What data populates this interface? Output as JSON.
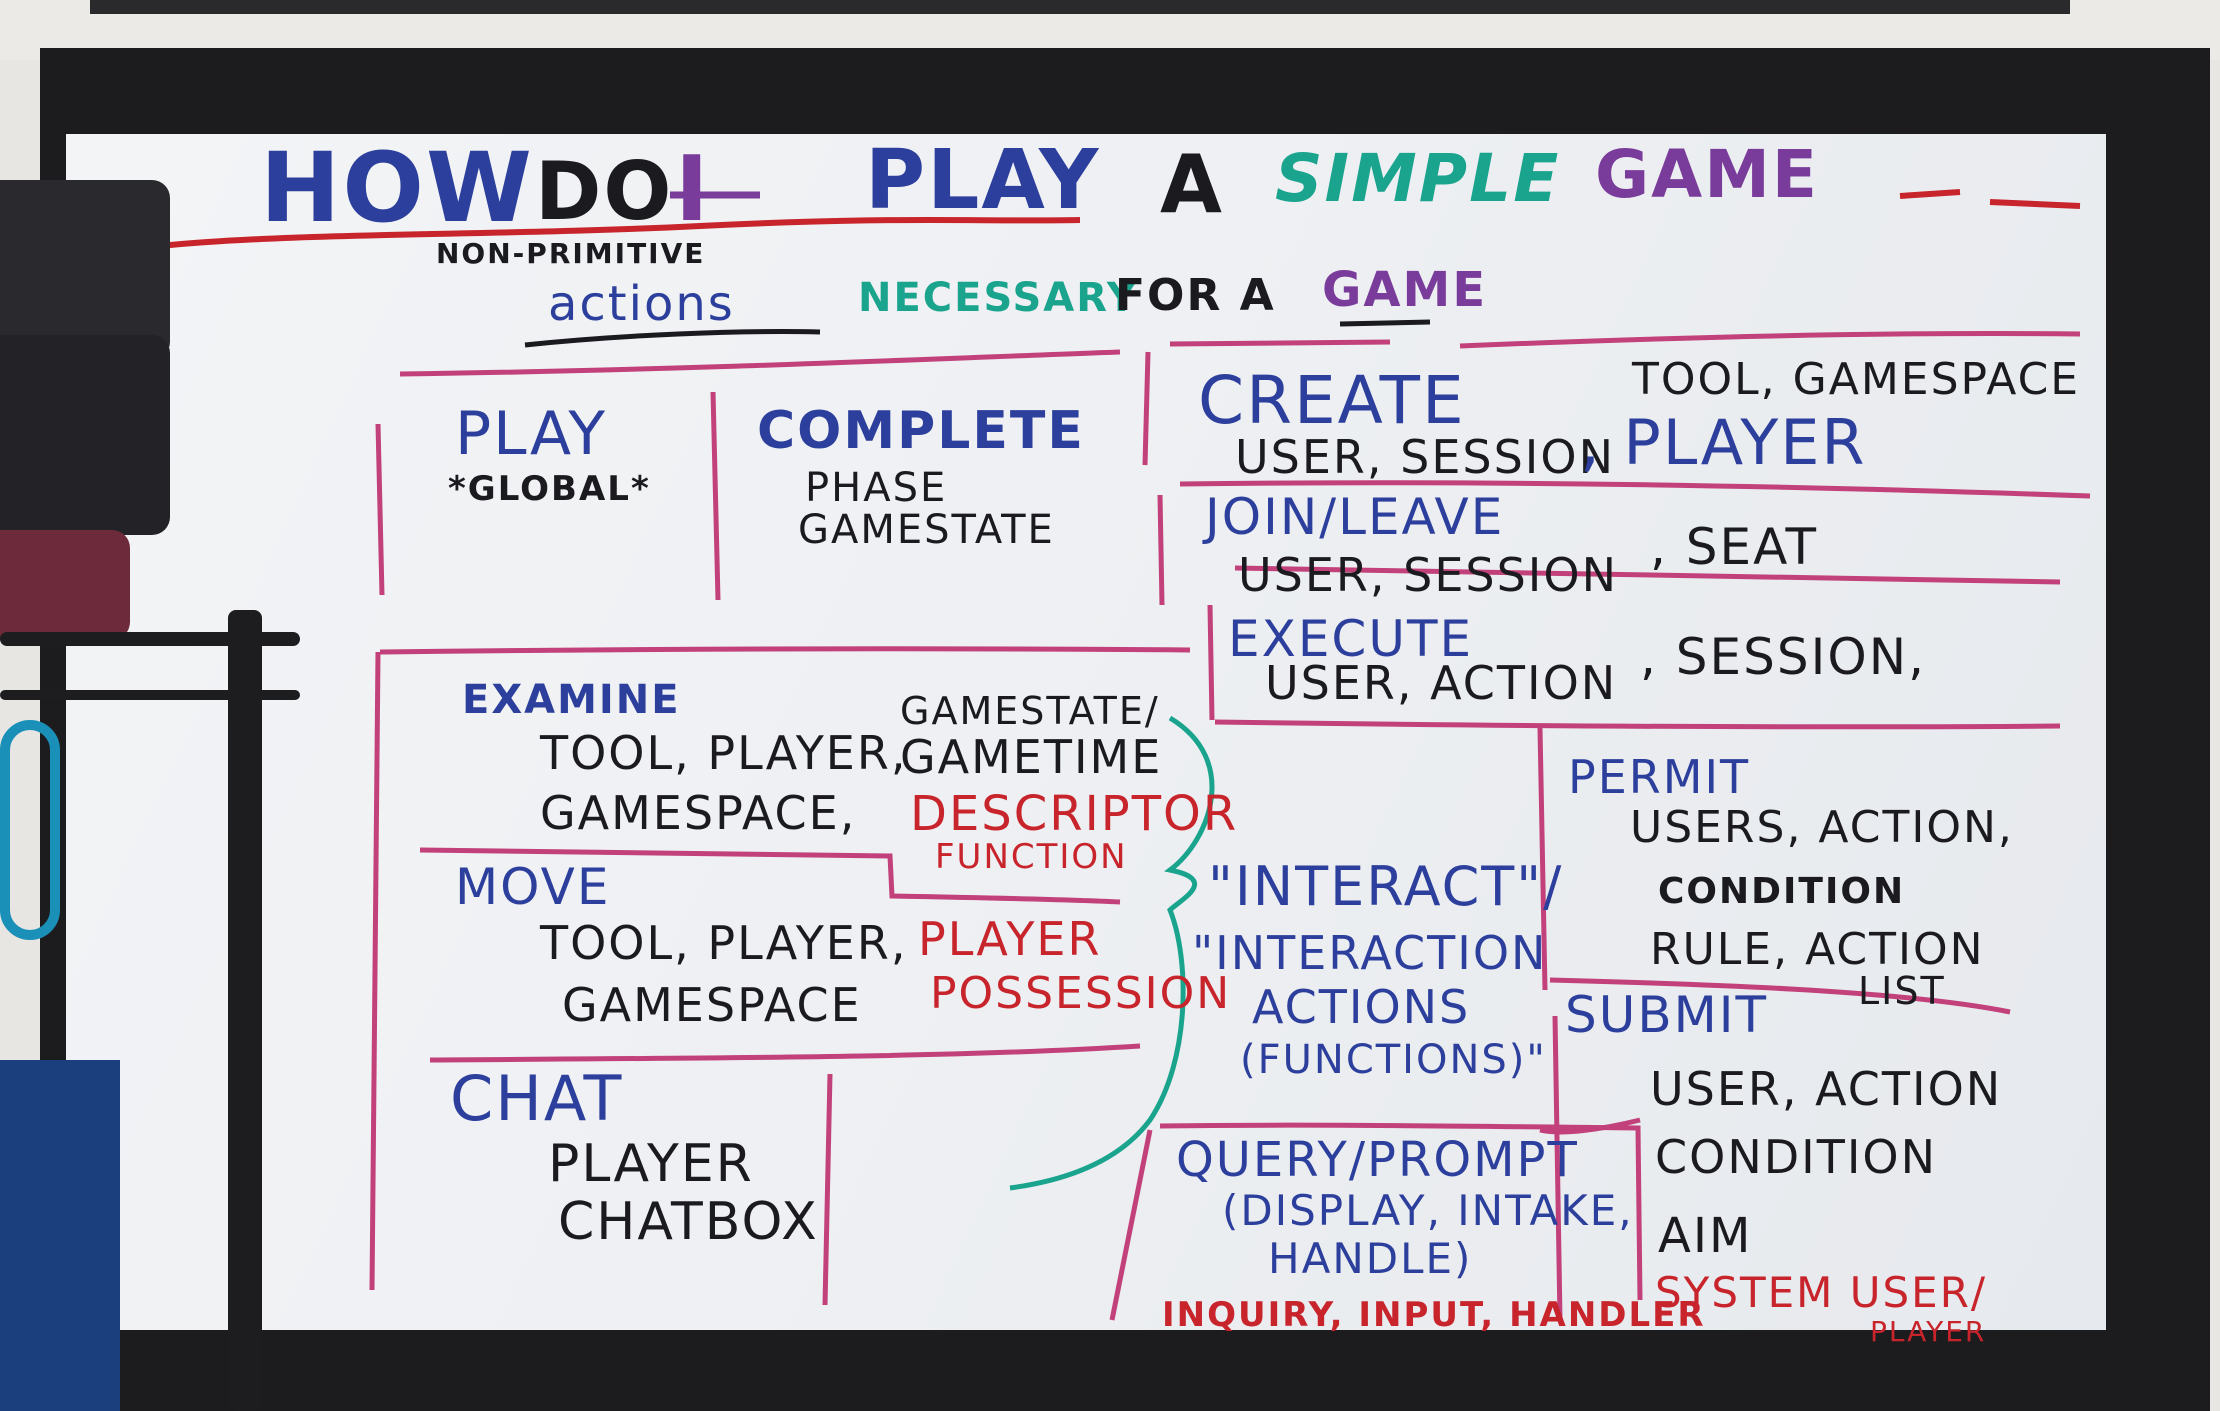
{
  "whiteboard": {
    "title": {
      "how": "HOW",
      "do": "DO",
      "i": "I",
      "play": "PLAY",
      "a": "A",
      "simple": "SIMPLE",
      "game": "GAME"
    },
    "subtitle": {
      "non_primitive": "NON-PRIMITIVE",
      "actions": "actions",
      "necessary": "NECESSARY",
      "for_a": "FOR A",
      "game": "GAME"
    },
    "play": {
      "label": "PLAY",
      "detail": "*GLOBAL*"
    },
    "complete": {
      "label": "COMPLETE",
      "line1": "PHASE",
      "line2": "GAMESTATE"
    },
    "create": {
      "label": "CREATE",
      "params_right": "TOOL, GAMESPACE",
      "params": "USER, SESSION",
      "extra": ", PLAYER"
    },
    "join_leave": {
      "label": "JOIN/LEAVE",
      "params": "USER, SESSION",
      "extra": ", SEAT"
    },
    "execute": {
      "label": "EXECUTE",
      "params": "USER, ACTION",
      "extra": ", SESSION,"
    },
    "examine": {
      "label": "EXAMINE",
      "line1": "TOOL, PLAYER,",
      "line2": "GAMESPACE,",
      "right1": "GAMESTATE/",
      "right2": "GAMETIME",
      "red1": "DESCRIPTOR",
      "red2": "FUNCTION"
    },
    "move": {
      "label": "MOVE",
      "line1": "TOOL, PLAYER,",
      "line2": "GAMESPACE",
      "red1": "PLAYER",
      "red2": "POSSESSION"
    },
    "chat": {
      "label": "CHAT",
      "line1": "PLAYER",
      "line2": "CHATBOX"
    },
    "interact": {
      "line1": "\"INTERACT\"/",
      "line2": "\"INTERACTION",
      "line3": "ACTIONS",
      "line4": "(FUNCTIONS)\""
    },
    "permit": {
      "label": "PERMIT",
      "line1": "USERS, ACTION,",
      "line2": "CONDITION",
      "line3": "RULE, ACTION",
      "line4": "LIST"
    },
    "submit": {
      "label": "SUBMIT",
      "line1": "USER, ACTION",
      "line2": "CONDITION",
      "line3": "AIM",
      "red": "SYSTEM USER/",
      "red2": "PLAYER"
    },
    "query": {
      "label": "QUERY/PROMPT",
      "line1": "(DISPLAY, INTAKE,",
      "line2": "HANDLE)",
      "red": "INQUIRY, INPUT, HANDLER"
    }
  },
  "colors": {
    "blue": "#2c3f9c",
    "black": "#1b1b1f",
    "red": "#c8242c",
    "teal": "#1aa48e",
    "pink": "#c2417a",
    "frame": "#1c1c1e"
  }
}
